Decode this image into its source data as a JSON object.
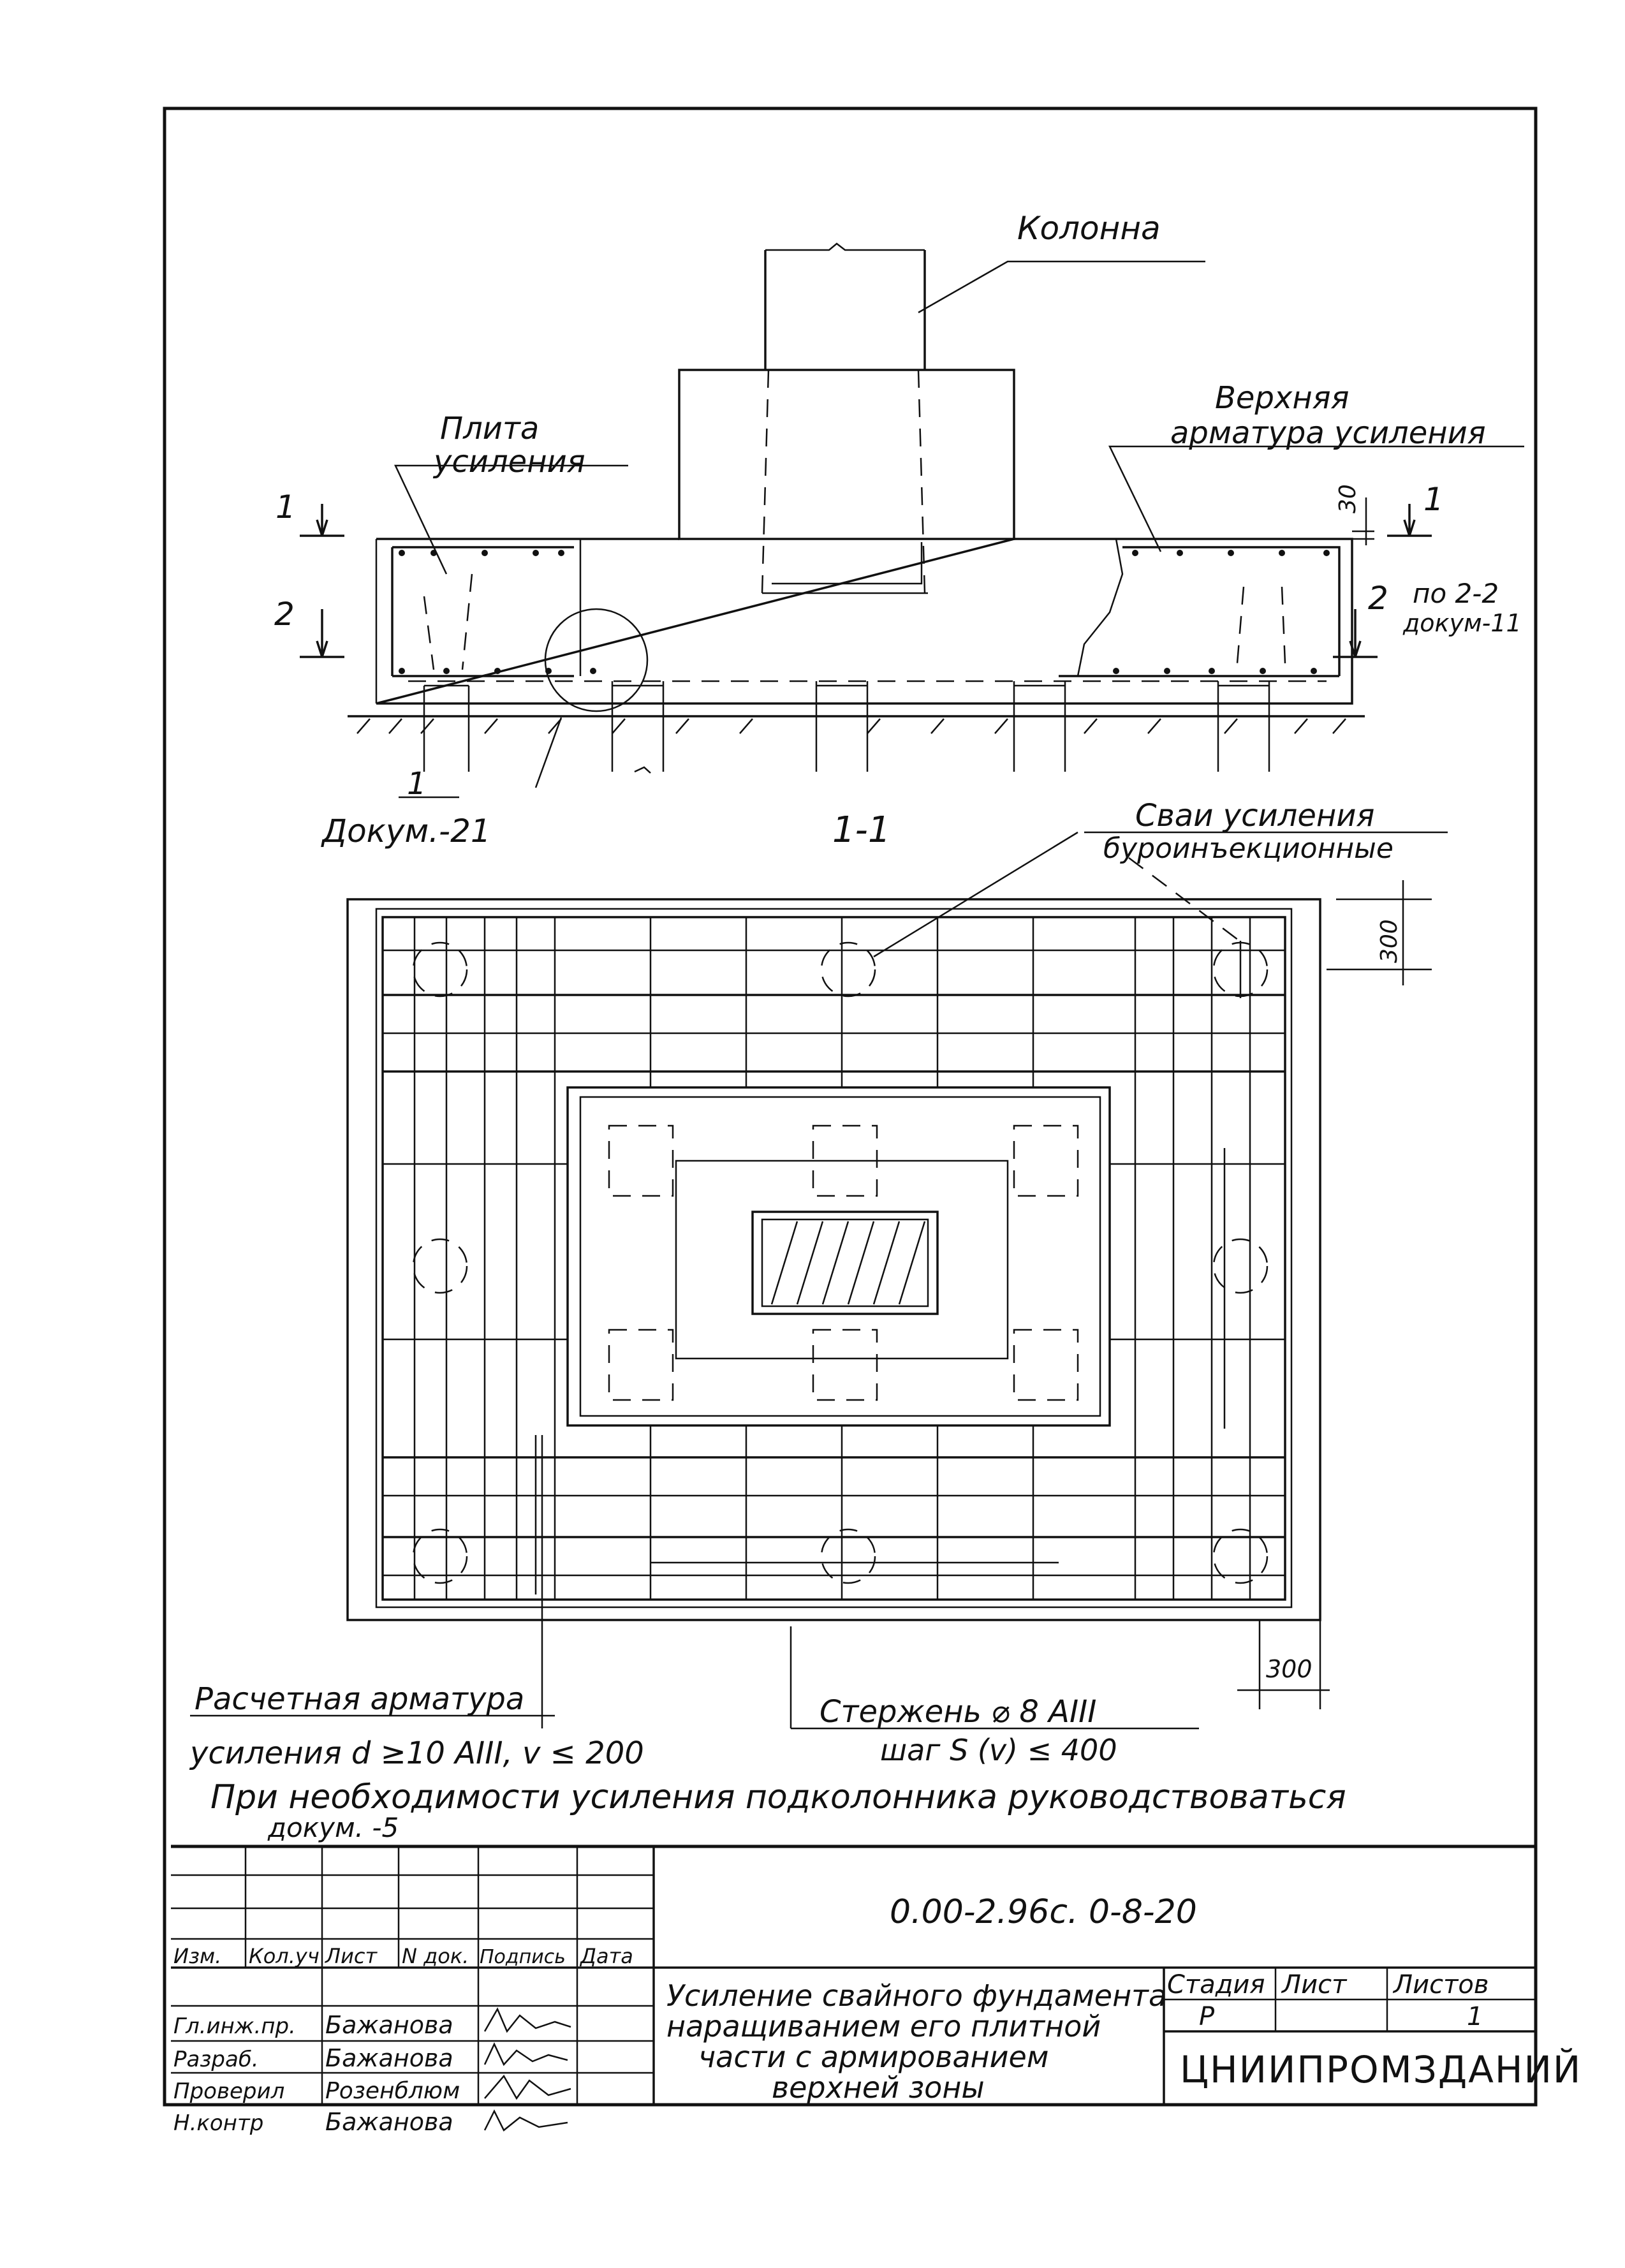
{
  "elevation": {
    "labels": {
      "column": "Колонна",
      "slab_line1": "Плита",
      "slab_line2": "усиления",
      "top_rebar_line1": "Верхняя",
      "top_rebar_line2": "арматура усиления",
      "dim_30": "30",
      "section_1_left": "1",
      "section_1_right": "1",
      "section_2_left": "2",
      "section_2_right": "2",
      "ref_22_line1": "по 2-2",
      "ref_22_line2": "докум-11",
      "callout_1": "1",
      "ref_doc21": "Докум.-21"
    }
  },
  "plan": {
    "section_title": "1-1",
    "piles_line1": "Сваи усиления",
    "piles_line2": "буроинъекционные",
    "dim_300_top": "300",
    "dim_300_bottom": "300",
    "calc_rebar_line1": "Расчетная арматура",
    "calc_rebar_line2": "усиления d ≥10 AIII, v ≤ 200",
    "rod_line1": "Стержень ⌀ 8 AIII",
    "rod_line2": "шаг S (v) ≤ 400",
    "note_line1": "При необходимости усиления подколонника руководствоваться",
    "note_line2": "докум. -5"
  },
  "title_block": {
    "doc_number": "0.00-2.96с. 0-8-20",
    "headers": [
      "Изм.",
      "Кол.уч",
      "Лист",
      "N док.",
      "Подпись",
      "Дата"
    ],
    "roles": [
      "Гл.инж.пр.",
      "Разраб.",
      "Проверил",
      "Н.контр"
    ],
    "names": [
      "Бажанова",
      "Бажанова",
      "Розенблюм",
      "Бажанова"
    ],
    "title_lines": [
      "Усиление свайного фундамента",
      "наращиванием его плитной",
      "части с армированием",
      "верхней зоны"
    ],
    "stage_label": "Стадия",
    "sheet_label": "Лист",
    "sheets_label": "Листов",
    "stage_value": "Р",
    "sheets_value": "1",
    "org": "ЦНИИПРОМЗДАНИЙ"
  }
}
